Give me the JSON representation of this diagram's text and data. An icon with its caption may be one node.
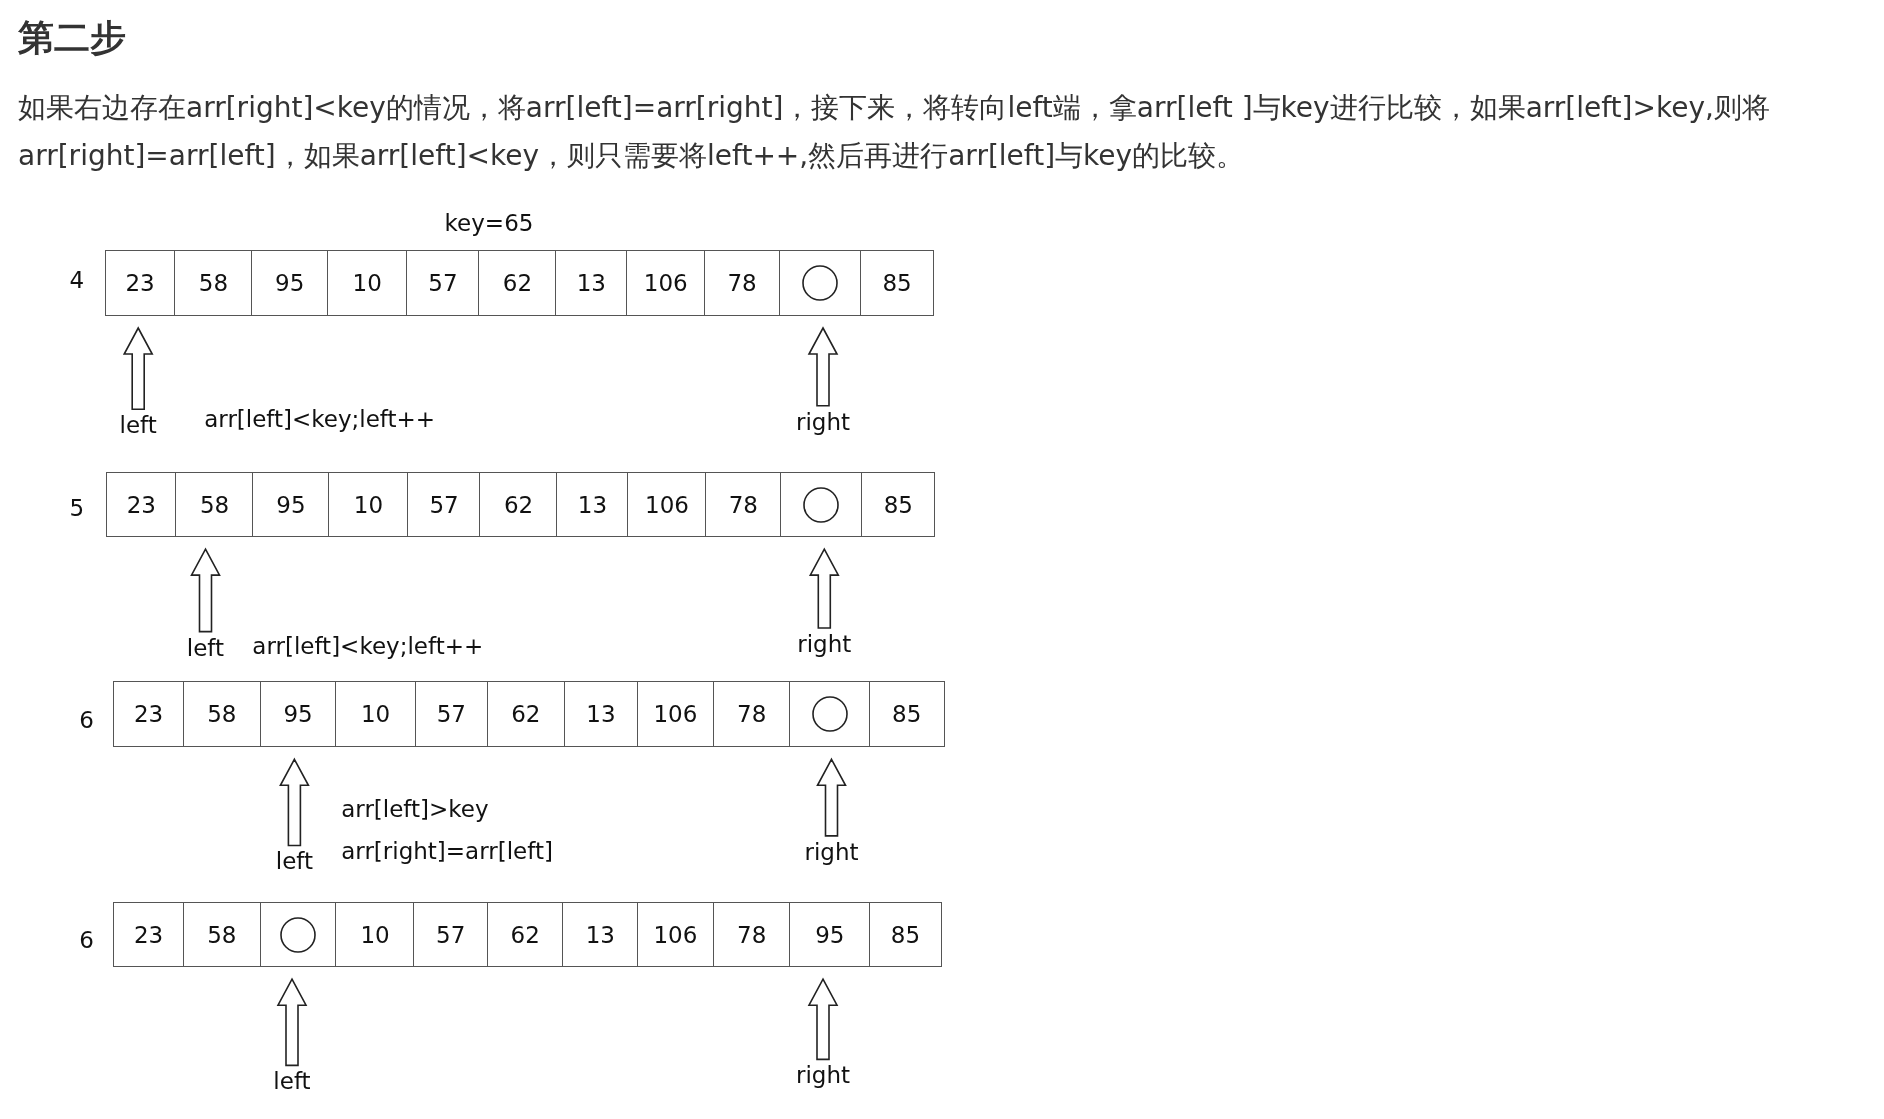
{
  "diagram": {
    "title": "第二步",
    "nodes": [
      {
        "text": [
          "23"
        ]
      },
      {
        "text": [
          "58"
        ]
      },
      {
        "text": [
          "95"
        ]
      },
      {
        "text": [
          "10"
        ]
      },
      {
        "text": [
          "57"
        ]
      },
      {
        "text": [
          "62"
        ]
      },
      {
        "text": [
          "13"
        ]
      },
      {
        "text": [
          "106"
        ]
      },
      {
        "text": [
          "78"
        ]
      },
      {
        "text": [],
        "shape": "circle"
      },
      {
        "text": [
          "85"
        ]
      },
      {
        "text": [
          "left"
        ]
      },
      {
        "text": [
          "right"
        ]
      },
      {
        "text": [
          "23"
        ]
      },
      {
        "text": [
          "58"
        ]
      },
      {
        "text": [
          "95"
        ]
      },
      {
        "text": [
          "10"
        ]
      },
      {
        "text": [
          "57"
        ]
      },
      {
        "text": [
          "62"
        ]
      },
      {
        "text": [
          "13"
        ]
      },
      {
        "text": [
          "106"
        ]
      },
      {
        "text": [
          "78"
        ]
      },
      {
        "text": [],
        "shape": "circle"
      },
      {
        "text": [
          "85"
        ]
      },
      {
        "text": [
          "left"
        ]
      },
      {
        "text": [
          "right"
        ]
      },
      {
        "text": [
          "23"
        ]
      },
      {
        "text": [
          "58"
        ]
      },
      {
        "text": [
          "95"
        ]
      },
      {
        "text": [
          "10"
        ]
      },
      {
        "text": [
          "57"
        ]
      },
      {
        "text": [
          "62"
        ]
      },
      {
        "text": [
          "13"
        ]
      },
      {
        "text": [
          "106"
        ]
      },
      {
        "text": [
          "78"
        ]
      },
      {
        "text": [],
        "shape": "circle"
      },
      {
        "text": [
          "85"
        ]
      },
      {
        "text": [
          "left"
        ]
      },
      {
        "text": [
          "right"
        ]
      },
      {
        "text": [
          "23"
        ]
      },
      {
        "text": [
          "58"
        ]
      },
      {
        "text": [],
        "shape": "circle"
      },
      {
        "text": [
          "10"
        ]
      },
      {
        "text": [
          "57"
        ]
      },
      {
        "text": [
          "62"
        ]
      },
      {
        "text": [
          "13"
        ]
      },
      {
        "text": [
          "106"
        ]
      },
      {
        "text": [
          "78"
        ]
      },
      {
        "text": [
          "95"
        ]
      },
      {
        "text": [
          "85"
        ]
      },
      {
        "text": [
          "left"
        ]
      },
      {
        "text": [
          "right"
        ]
      }
    ],
    "edges": [
      {
        "from": 11,
        "to": 0,
        "arrow": "to"
      },
      {
        "from": 12,
        "to": 9,
        "arrow": "to"
      },
      {
        "from": 24,
        "to": 14,
        "arrow": "to"
      },
      {
        "from": 25,
        "to": 22,
        "arrow": "to"
      },
      {
        "from": 37,
        "to": 28,
        "arrow": "to"
      },
      {
        "from": 38,
        "to": 35,
        "arrow": "to"
      },
      {
        "from": 50,
        "to": 41,
        "arrow": "to"
      },
      {
        "from": 51,
        "to": 48,
        "arrow": "to"
      }
    ],
    "labels": [
      "如果右边存在arr[right]<key的情况，将arr[left]=arr[right]，接下来，将转向left端，拿arr[left ]与key进行比较，如果arr[left]>key,则将arr[right]=arr[left]，如果arr[left]<key，则只需要将left++,然后再进行arr[left]与key的比较。",
      "key=65",
      "4",
      "arr[left]<key;left++",
      "5",
      "arr[left]<key;left++",
      "6",
      "arr[left]>key",
      "arr[right]=arr[left]",
      "6"
    ]
  }
}
